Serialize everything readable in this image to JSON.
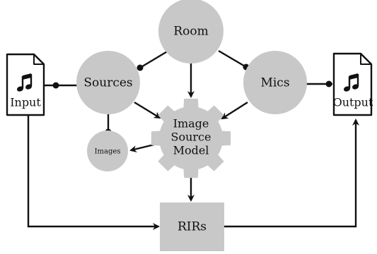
{
  "nodes": {
    "room": "Room",
    "sources": "Sources",
    "mics": "Mics",
    "images": "Images",
    "image_source_model": [
      "Image",
      "Source",
      "Model"
    ],
    "rirs": "RIRs",
    "input": "Input",
    "output": "Output"
  },
  "icons": {
    "input_file": "music-file-icon",
    "output_file": "music-file-icon"
  },
  "colors": {
    "node_fill": "#c8c8c8",
    "stroke": "#111111",
    "background": "#ffffff"
  }
}
